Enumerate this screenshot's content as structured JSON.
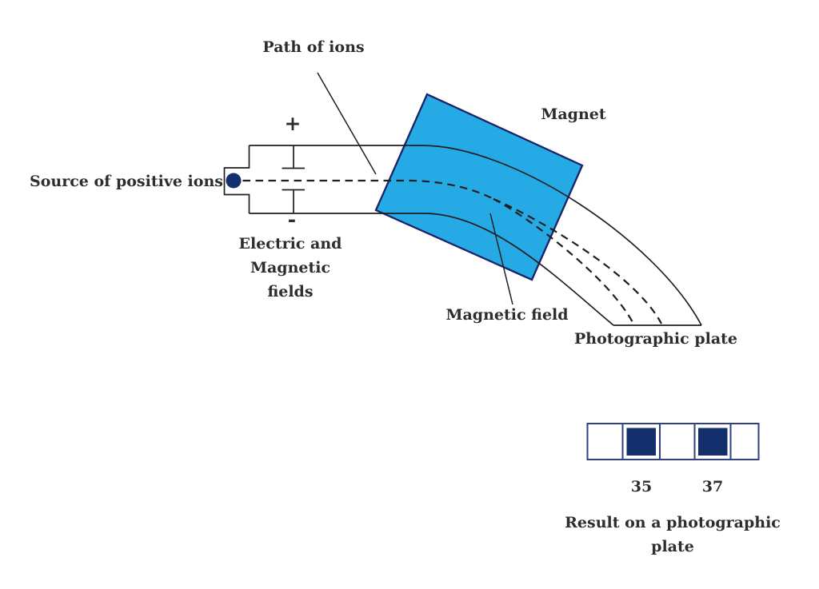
{
  "colors": {
    "magnet_fill": "#25AAE5",
    "magnet_border": "#1B2668",
    "exposure_fill": "#14306C",
    "strip_border": "#33407F",
    "line_color": "#1f1f1f"
  },
  "labels": {
    "path_of_ions": "Path of ions",
    "magnet": "Magnet",
    "source": "Source of positive ions",
    "plus": "+",
    "minus": "-",
    "fields_line1": "Electric and",
    "fields_line2": "Magnetic",
    "fields_line3": "fields",
    "magnetic_field": "Magnetic field",
    "photographic_plate": "Photographic plate",
    "result_line1": "Result on a photographic",
    "result_line2": "plate"
  },
  "plate_result": {
    "cells_total": 5,
    "exposed_cells": [
      2,
      4
    ],
    "mass_labels": [
      "35",
      "37"
    ]
  }
}
